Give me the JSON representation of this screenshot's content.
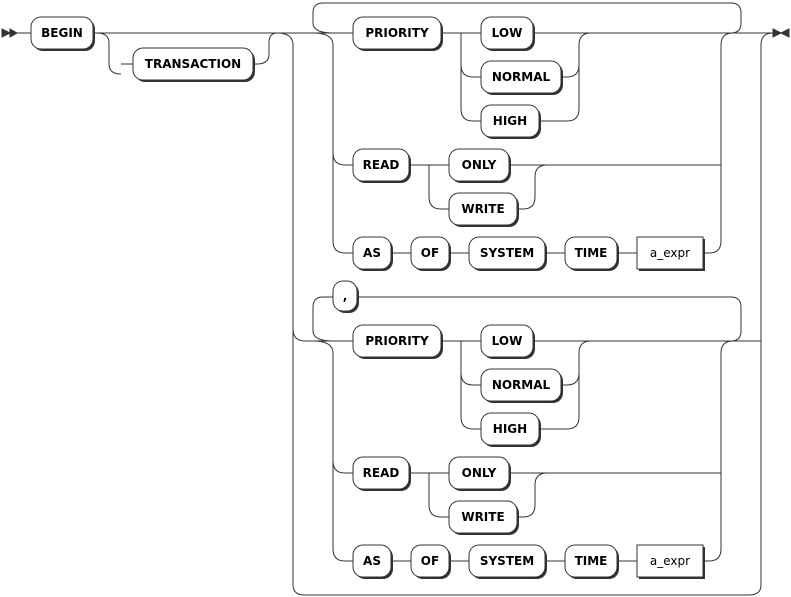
{
  "keywords": {
    "begin": "BEGIN",
    "transaction": "TRANSACTION",
    "priority": "PRIORITY",
    "low": "LOW",
    "normal": "NORMAL",
    "high": "HIGH",
    "read": "READ",
    "only": "ONLY",
    "write": "WRITE",
    "as": "AS",
    "of": "OF",
    "system": "SYSTEM",
    "time": "TIME",
    "comma": ","
  },
  "nonterminals": {
    "a_expr": "a_expr"
  }
}
